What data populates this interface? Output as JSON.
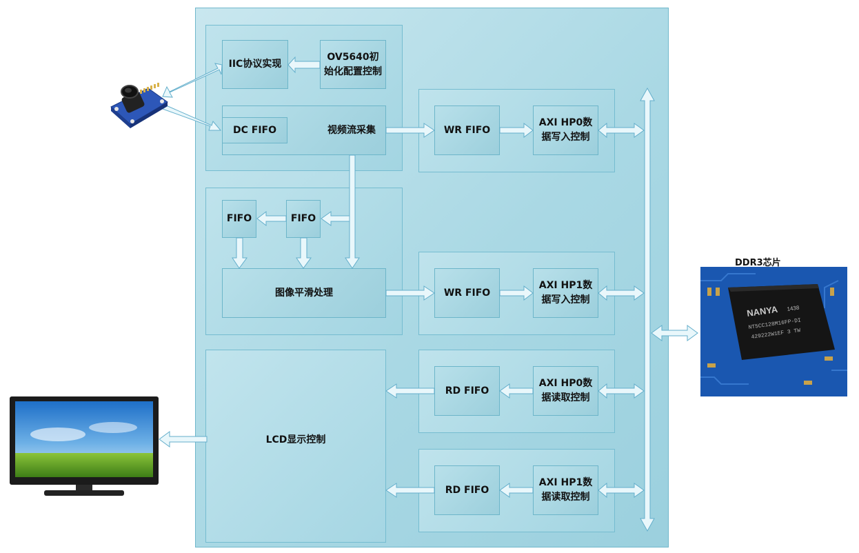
{
  "blocks": {
    "iic": "IIC协议实现",
    "ov_init": "OV5640初始化配置控制",
    "dc_fifo": "DC FIFO",
    "video_capture": "视频流采集",
    "wr_fifo_0": "WR FIFO",
    "axi_hp0_write": "AXI HP0数据写入控制",
    "fifo_a": "FIFO",
    "fifo_b": "FIFO",
    "smoothing": "图像平滑处理",
    "wr_fifo_1": "WR FIFO",
    "axi_hp1_write": "AXI HP1数据写入控制",
    "lcd": "LCD显示控制",
    "rd_fifo_0": "RD FIFO",
    "axi_hp0_read": "AXI HP0数据读取控制",
    "rd_fifo_1": "RD FIFO",
    "axi_hp1_read": "AXI HP1数据读取控制"
  },
  "ddr": {
    "label": "DDR3芯片",
    "chip_brand": "NANYA",
    "chip_part_line1": "NT5CC128M16FP-DI",
    "chip_part_line2": "429222W1EF 3 TW",
    "chip_code": "1438"
  },
  "colors": {
    "panel": "#a9d8e4",
    "box": "#9ccfdc",
    "border": "#6cb5c9",
    "arrow_fill": "#e9f7fb"
  }
}
